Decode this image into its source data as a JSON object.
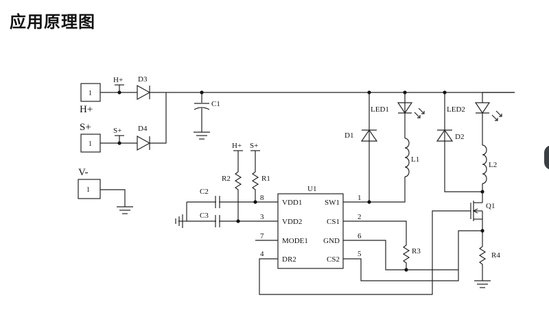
{
  "header": {
    "title": "应用原理图"
  },
  "connectors": {
    "h_plus": {
      "pin": "1",
      "label": "H+"
    },
    "s_plus": {
      "pin": "1",
      "label": "S+"
    },
    "v_minus": {
      "pin": "1",
      "label": "V-"
    }
  },
  "nets": {
    "h_plus": "H+",
    "s_plus": "S+"
  },
  "components": {
    "d3": "D3",
    "d4": "D4",
    "c1": "C1",
    "c2": "C2",
    "c3": "C3",
    "r1": "R1",
    "r2": "R2",
    "r3": "R3",
    "r4": "R4",
    "d1": "D1",
    "d2": "D2",
    "led1": "LED1",
    "led2": "LED2",
    "l1": "L1",
    "l2": "L2",
    "q1": "Q1",
    "u1": "U1"
  },
  "ic": {
    "pins_left": [
      {
        "num": "8",
        "name": "VDD1"
      },
      {
        "num": "3",
        "name": "VDD2"
      },
      {
        "num": "7",
        "name": "MODE1"
      },
      {
        "num": "4",
        "name": "DR2"
      }
    ],
    "pins_right": [
      {
        "num": "1",
        "name": "SW1"
      },
      {
        "num": "2",
        "name": "CS1"
      },
      {
        "num": "6",
        "name": "GND"
      },
      {
        "num": "5",
        "name": "CS2"
      }
    ]
  }
}
